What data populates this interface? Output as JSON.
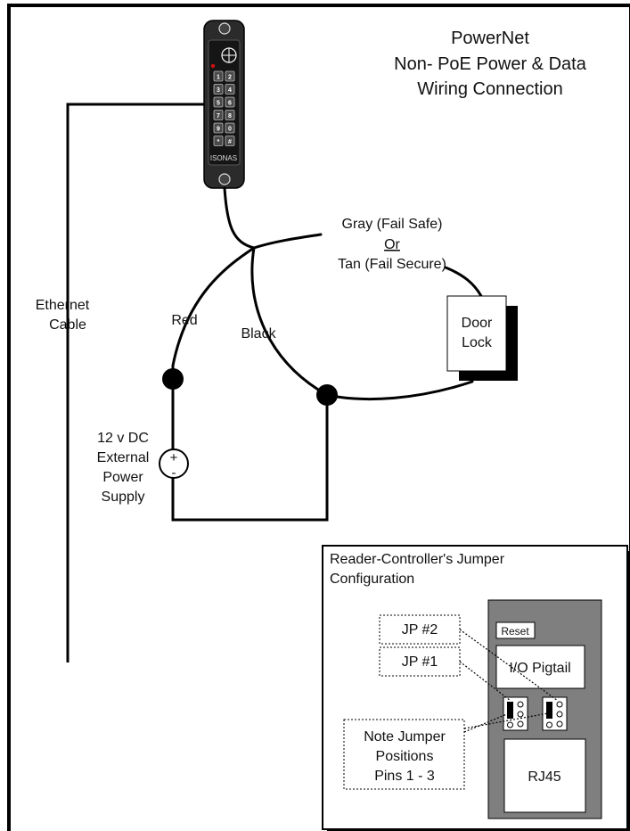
{
  "title": {
    "line1": "PowerNet",
    "line2": "Non- PoE Power & Data",
    "line3": "Wiring Connection"
  },
  "reader": {
    "keys": [
      "1",
      "2",
      "3",
      "4",
      "5",
      "6",
      "7",
      "8",
      "9",
      "0",
      "*",
      "#"
    ],
    "brand": "ISONAS"
  },
  "wires": {
    "gray": "Gray (Fail Safe)",
    "or": "Or",
    "tan": "Tan (Fail Secure)",
    "red": "Red",
    "black": "Black"
  },
  "ethernet": {
    "line1": "Ethernet",
    "line2": "Cable"
  },
  "door_lock": {
    "line1": "Door",
    "line2": "Lock"
  },
  "power_supply": {
    "line1": "12 v DC",
    "line2": "External",
    "line3": "Power",
    "line4": "Supply",
    "plus": "+",
    "minus": "-"
  },
  "jumper_box": {
    "title_line1": "Reader-Controller's Jumper",
    "title_line2": "Configuration",
    "reset": "Reset",
    "io_pigtail": "I/O Pigtail",
    "rj45": "RJ45",
    "jp2": "JP #2",
    "jp1": "JP #1",
    "note_line1": "Note Jumper",
    "note_line2": "Positions",
    "note_line3": "Pins 1 - 3"
  },
  "colors": {
    "board": "#7f7f7f",
    "wire": "#000000",
    "reader_body": "#2b2b2b",
    "led": "#d01010"
  }
}
